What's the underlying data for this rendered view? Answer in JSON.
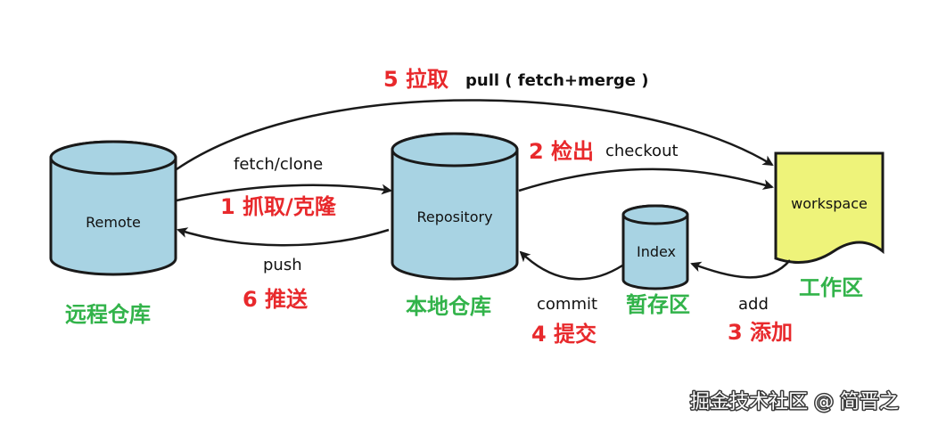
{
  "nodes": {
    "remote": {
      "name": "Remote",
      "caption": "远程仓库"
    },
    "repository": {
      "name": "Repository",
      "caption": "本地仓库"
    },
    "index": {
      "name": "Index",
      "caption": "暂存区"
    },
    "workspace": {
      "name": "workspace",
      "caption": "工作区"
    }
  },
  "edges": {
    "pull": {
      "step": "5 拉取",
      "label": "pull ( fetch+merge )"
    },
    "fetch_clone": {
      "step": "1 抓取/克隆",
      "label": "fetch/clone"
    },
    "checkout": {
      "step": "2 检出",
      "label": "checkout"
    },
    "push": {
      "step": "6 推送",
      "label": "push"
    },
    "add": {
      "step": "3 添加",
      "label": "add"
    },
    "commit": {
      "step": "4 提交",
      "label": "commit"
    }
  },
  "watermark": "掘金技术社区 @ 简晋之",
  "colors": {
    "cylinder_fill": "#a8d3e3",
    "workspace_fill": "#eef37a",
    "step_red": "#e8292c",
    "caption_green": "#32b34a",
    "arrow": "#1a1a1a"
  }
}
